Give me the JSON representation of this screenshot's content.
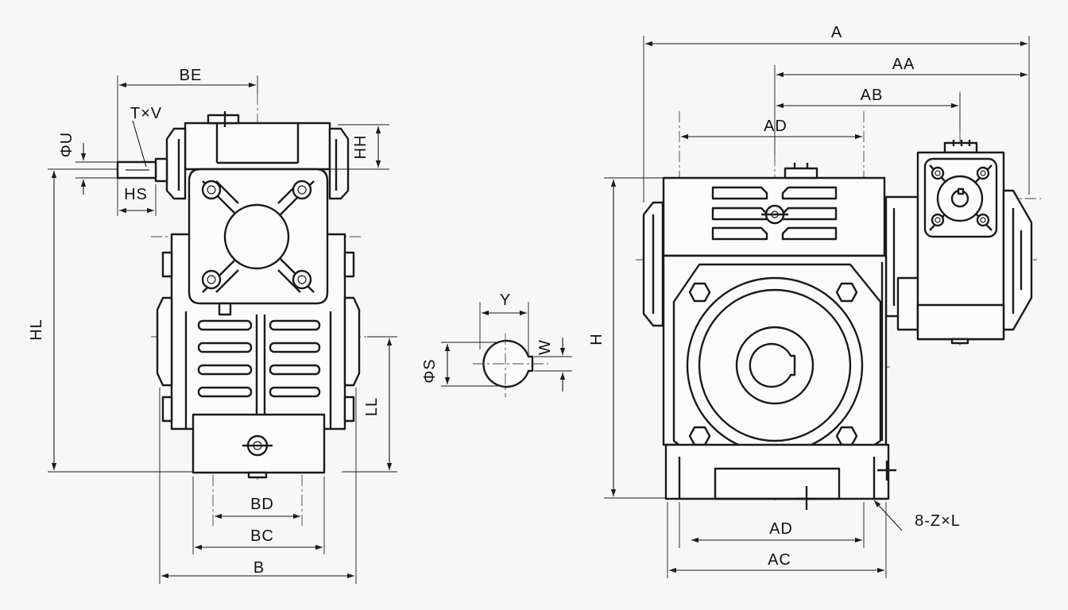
{
  "labels": {
    "A": "A",
    "AA": "AA",
    "AB": "AB",
    "AD": "AD",
    "AC": "AC",
    "H": "H",
    "Z": "8-Z×L",
    "BE": "BE",
    "TV": "T×V",
    "U": "ΦU",
    "HH": "HH",
    "HS": "HS",
    "HL": "HL",
    "LL": "LL",
    "BD": "BD",
    "BC": "BC",
    "B": "B",
    "Y": "Y",
    "W": "W",
    "S": "ΦS"
  },
  "colors": {
    "line": "#1a1a1a",
    "background": "#f7f7f7"
  }
}
